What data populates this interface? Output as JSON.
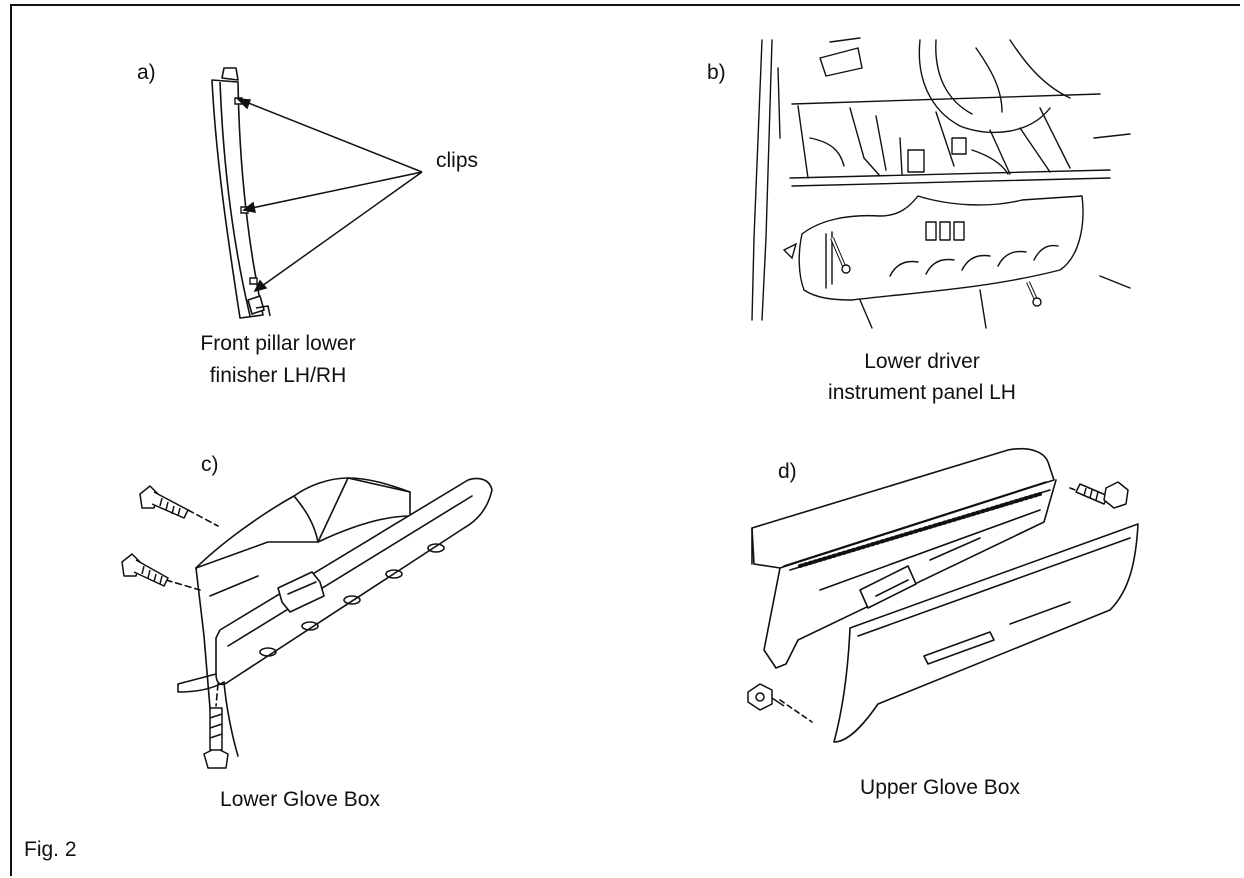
{
  "figure": {
    "label": "Fig. 2",
    "panels": [
      {
        "letter": "a)",
        "caption_lines": [
          "Front pillar lower",
          "finisher LH/RH"
        ],
        "callout": "clips"
      },
      {
        "letter": "b)",
        "caption_lines": [
          "Lower driver",
          "instrument panel LH"
        ]
      },
      {
        "letter": "c)",
        "caption_lines": [
          "Lower Glove Box"
        ]
      },
      {
        "letter": "d)",
        "caption_lines": [
          "Upper Glove Box"
        ]
      }
    ]
  }
}
